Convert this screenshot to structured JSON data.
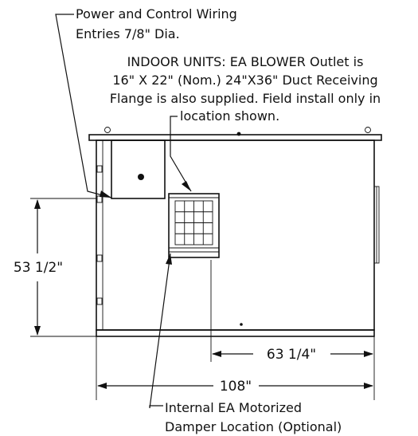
{
  "annotations": {
    "wiring_line1": "Power and Control Wiring",
    "wiring_line2": "Entries 7/8\" Dia.",
    "indoor_line1": "INDOOR UNITS: EA BLOWER Outlet is",
    "indoor_line2": "16\" X 22\" (Nom.) 24\"X36\" Duct Receiving",
    "indoor_line3": "Flange is also supplied.  Field install only in",
    "indoor_line4": "location shown.",
    "damper_line1": "Internal EA Motorized",
    "damper_line2": "Damper Location (Optional)"
  },
  "dimensions": {
    "height": "53 1/2\"",
    "width_total": "108\"",
    "width_partial": "63 1/4\""
  },
  "colors": {
    "ink": "#111111",
    "background": "#ffffff"
  }
}
